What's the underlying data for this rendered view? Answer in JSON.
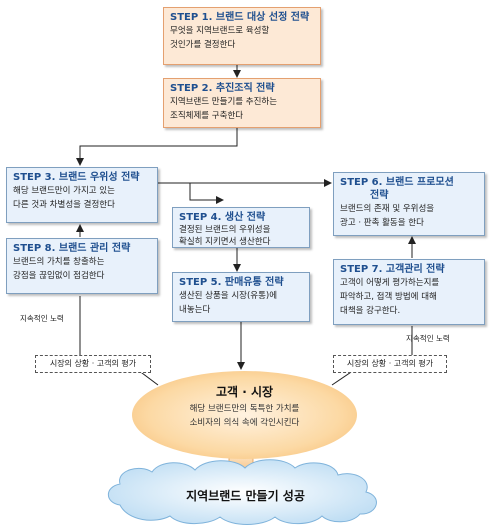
{
  "step1": {
    "title": "STEP 1. 브랜드 대상 선정 전략",
    "desc1": "무엇을 지역브랜드로 육성할",
    "desc2": "것인가를 결정한다"
  },
  "step2": {
    "title": "STEP 2. 추진조직 전략",
    "desc1": "지역브랜드 만들기를 추진하는",
    "desc2": "조직체제를 구축한다"
  },
  "step3": {
    "title": "STEP 3. 브랜드 우위성 전략",
    "desc1": "해당 브랜드만이 가지고 있는",
    "desc2": "다른 것과 차별성을 결정한다"
  },
  "step4": {
    "title": "STEP 4. 생산 전략",
    "desc1": "결정된 브랜드의 우위성을",
    "desc2": "확실히 지키면서 생산한다"
  },
  "step5": {
    "title": "STEP 5. 판매유통 전략",
    "desc1": "생산된 상품을 시장(유통)에",
    "desc2": "내놓는다"
  },
  "step6": {
    "title1": "STEP 6. 브랜드 프로모션",
    "title2": "전략",
    "desc1": "브랜드의 존재 및 우위성을",
    "desc2": "광고 · 판촉 활동을 한다"
  },
  "step7": {
    "title": "STEP 7. 고객관리 전략",
    "desc1": "고객이 어떻게 평가하는지를",
    "desc2": "파악하고, 접객 방법에 대해",
    "desc3": "대책을 강구한다."
  },
  "step8": {
    "title": "STEP 8. 브랜드 관리 전략",
    "desc1": "브랜드의 가치를 창출하는",
    "desc2": "강점을 끊임없이 점검한다"
  },
  "notes": {
    "left_effort": "지속적인 노력",
    "right_effort": "지속적인 노력",
    "left_eval": "시장의 상황 · 고객의 평가",
    "right_eval": "시장의 상황 · 고객의 평가"
  },
  "center": {
    "title": "고객 · 시장",
    "desc1": "해당 브랜드만의 독특한 가치를",
    "desc2": "소비자의 의식 속에 각인시킨다"
  },
  "goal": "지역브랜드 만들기 성공",
  "colors": {
    "step_fill": "#e8f1fb",
    "step_title": "#1f4f8f",
    "highlight_fill": "#fde9d6",
    "ellipse": "#f6b86a",
    "cloud": "#cfe6f7"
  }
}
